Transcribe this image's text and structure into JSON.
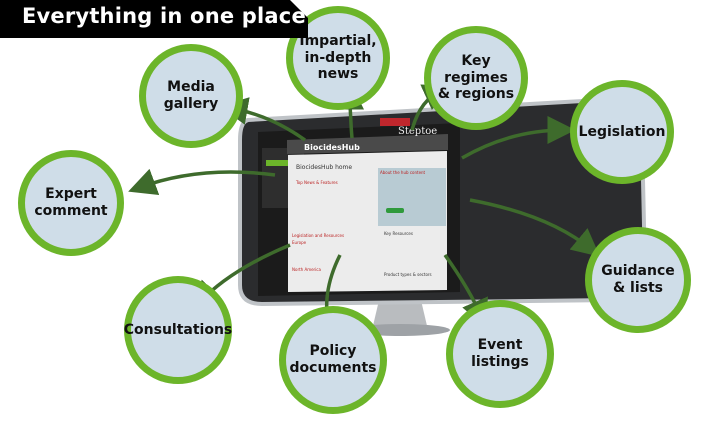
{
  "title": "Everything in one place",
  "colors": {
    "accent_green": "#6cb52a",
    "arrow_green": "#3e6b2c",
    "bubble_fill": "#cfdde8",
    "banner": "#000000"
  },
  "bubbles": [
    {
      "label": "Media\ngallery"
    },
    {
      "label": "Impartial,\nin-depth\nnews"
    },
    {
      "label": "Key regimes\n& regions"
    },
    {
      "label": "Legislation"
    },
    {
      "label": "Expert\ncomment"
    },
    {
      "label": "Guidance\n& lists"
    },
    {
      "label": "Consultations"
    },
    {
      "label": "Policy\ndocuments"
    },
    {
      "label": "Event\nlistings"
    }
  ],
  "screen": {
    "brand": "Steptoe",
    "site": "BiocidesHub",
    "page_title": "BiocidesHub home",
    "news_heading": "Top News & Features",
    "about_heading": "About the hub content",
    "legislation_heading": "Legislation and Resources",
    "europe": "Europe",
    "north_america": "North America",
    "key_resources": "Key Resources",
    "product_types": "Product types & sectors"
  }
}
